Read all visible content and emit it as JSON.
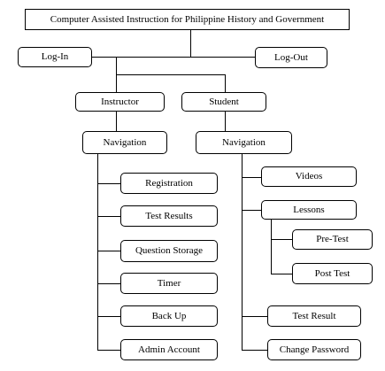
{
  "title": "Computer Assisted Instruction  for Philippine  History and Government",
  "login": "Log-In",
  "logout": "Log-Out",
  "instructor": {
    "label": "Instructor",
    "navigation": "Navigation",
    "items": [
      "Registration",
      "Test Results",
      "Question Storage",
      "Timer",
      "Back Up",
      "Admin Account"
    ]
  },
  "student": {
    "label": "Student",
    "navigation": "Navigation",
    "videos": "Videos",
    "lessons": "Lessons",
    "pretest": "Pre-Test",
    "posttest": "Post Test",
    "test_result": "Test Result",
    "change_password": "Change Password"
  }
}
